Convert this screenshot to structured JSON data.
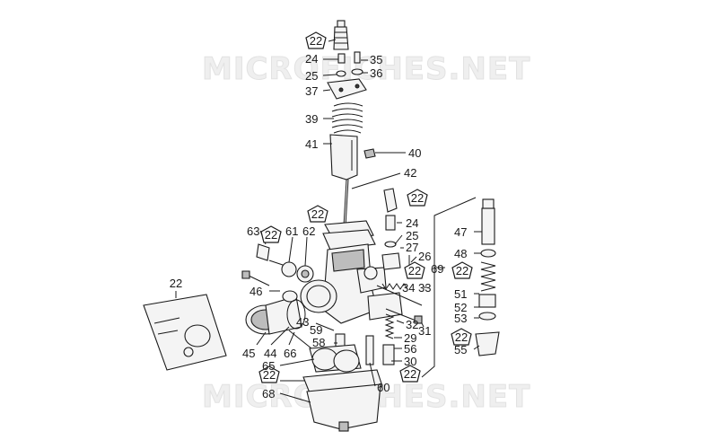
{
  "watermark": [
    "MICROFICHES.NET",
    "MICROFICHES.NET"
  ],
  "labels": {
    "l22a": "22",
    "l24a": "24",
    "l35": "35",
    "l25a": "25",
    "l36": "36",
    "l37": "37",
    "l39": "39",
    "l41": "41",
    "l40": "40",
    "l42": "42",
    "l22b": "22",
    "l22c": "22",
    "l63": "63",
    "l22d": "22",
    "l61": "61",
    "l62": "62",
    "l24b": "24",
    "l25b": "25",
    "l27": "27",
    "l26": "26",
    "l22e": "22",
    "l69": "69",
    "l47": "47",
    "l48": "48",
    "l22f": "22",
    "l46": "46",
    "l34": "34",
    "l33": "33",
    "l51": "51",
    "l52": "52",
    "l53": "53",
    "l22g": "22",
    "l55": "55",
    "l22h": "22",
    "l43": "43",
    "l59": "59",
    "l32": "32",
    "l31": "31",
    "l58": "58",
    "l29": "29",
    "l56": "56",
    "l45": "45",
    "l44": "44",
    "l66": "66",
    "l65": "65",
    "l30": "30",
    "l22i": "22",
    "l22j": "22",
    "l60": "60",
    "l68": "68"
  }
}
